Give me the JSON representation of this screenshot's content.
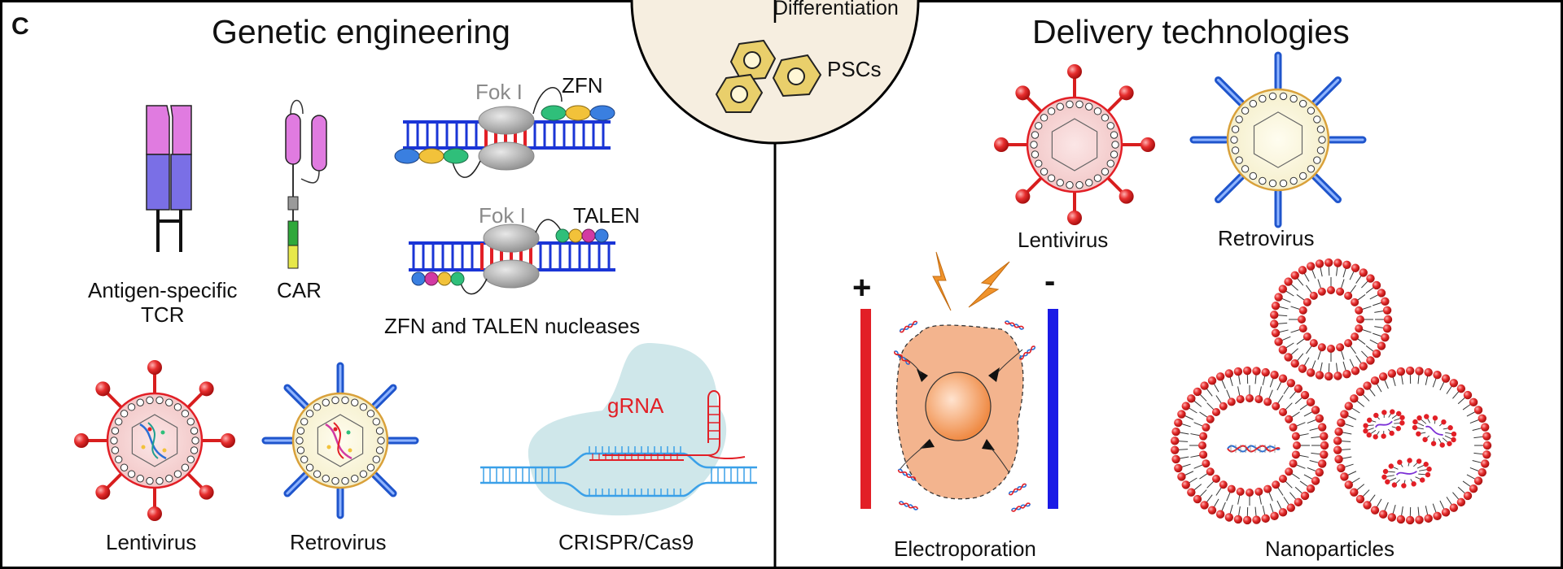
{
  "panel_letter": "C",
  "top_circle": {
    "differentiation": "Differentiation",
    "pscs": "PSCs"
  },
  "left_panel": {
    "title": "Genetic engineering",
    "tcr_caption": "Antigen-specific\nTCR",
    "car_caption": "CAR",
    "fok_label_1": "Fok I",
    "zfn_label": "ZFN",
    "fok_label_2": "Fok I",
    "talen_label": "TALEN",
    "nucleases_caption": "ZFN and TALEN nucleases",
    "lentivirus_caption": "Lentivirus",
    "retrovirus_caption": "Retrovirus",
    "grna_label": "gRNA",
    "crispr_caption": "CRISPR/Cas9"
  },
  "right_panel": {
    "title": "Delivery technologies",
    "lentivirus_caption": "Lentivirus",
    "retrovirus_caption": "Retrovirus",
    "plus_sign": "+",
    "minus_sign": "-",
    "electroporation_caption": "Electroporation",
    "nanoparticles_caption": "Nanoparticles"
  },
  "colors": {
    "border": "#000000",
    "virus_red": "#e21f26",
    "virus_blue": "#1f5fd6",
    "dna_blue": "#1a35d6",
    "dna_red": "#e21f26",
    "fok_gray": "#9a9a9a",
    "tcr_pink": "#e07be0",
    "tcr_purple": "#7a6fe6",
    "cell_orange": "#f3b48e",
    "psc_yellow": "#e9cf6b",
    "crispr_bg": "#cfe7ea",
    "bolt_orange": "#f0932b"
  }
}
